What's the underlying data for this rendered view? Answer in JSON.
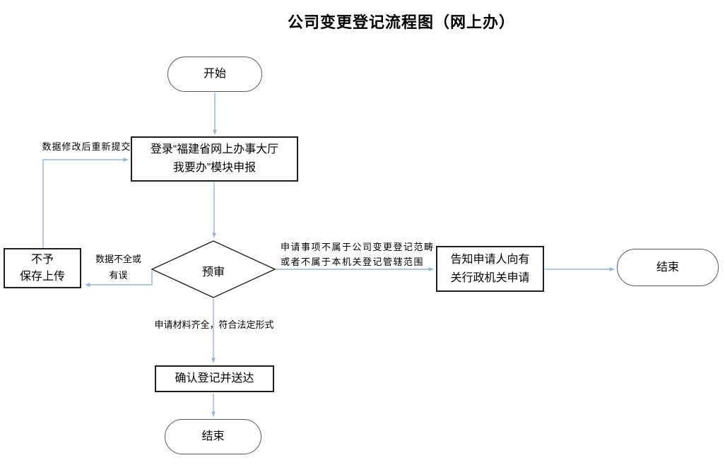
{
  "title": "公司变更登记流程图（网上办）",
  "colors": {
    "connector": "#95b3d7",
    "process_border": "#1f1f1f",
    "terminator_border": "#595959",
    "text": "#000000",
    "background": "#ffffff"
  },
  "nodes": {
    "start": {
      "label": "开始",
      "shape": "terminator"
    },
    "login": {
      "label": "登录“福建省网上办事大厅\n我要办”模块申报",
      "shape": "process"
    },
    "review": {
      "label": "预审",
      "shape": "decision"
    },
    "reject": {
      "label": "不予\n保存上传",
      "shape": "process"
    },
    "inform": {
      "label": "告知申请人向有\n关行政机关申请",
      "shape": "process"
    },
    "end_right": {
      "label": "结束",
      "shape": "terminator"
    },
    "confirm": {
      "label": "确认登记并送达",
      "shape": "process"
    },
    "end_bottom": {
      "label": "结束",
      "shape": "terminator"
    }
  },
  "edge_labels": {
    "resubmit": "数据修改后重新提交",
    "incomplete": "数据不全或\n有误",
    "out_of_scope": "申请事项不属于公司变更登记范畴\n或者不属于本机关登记管辖范围",
    "complete": "申请材料齐全，符合法定形式"
  }
}
